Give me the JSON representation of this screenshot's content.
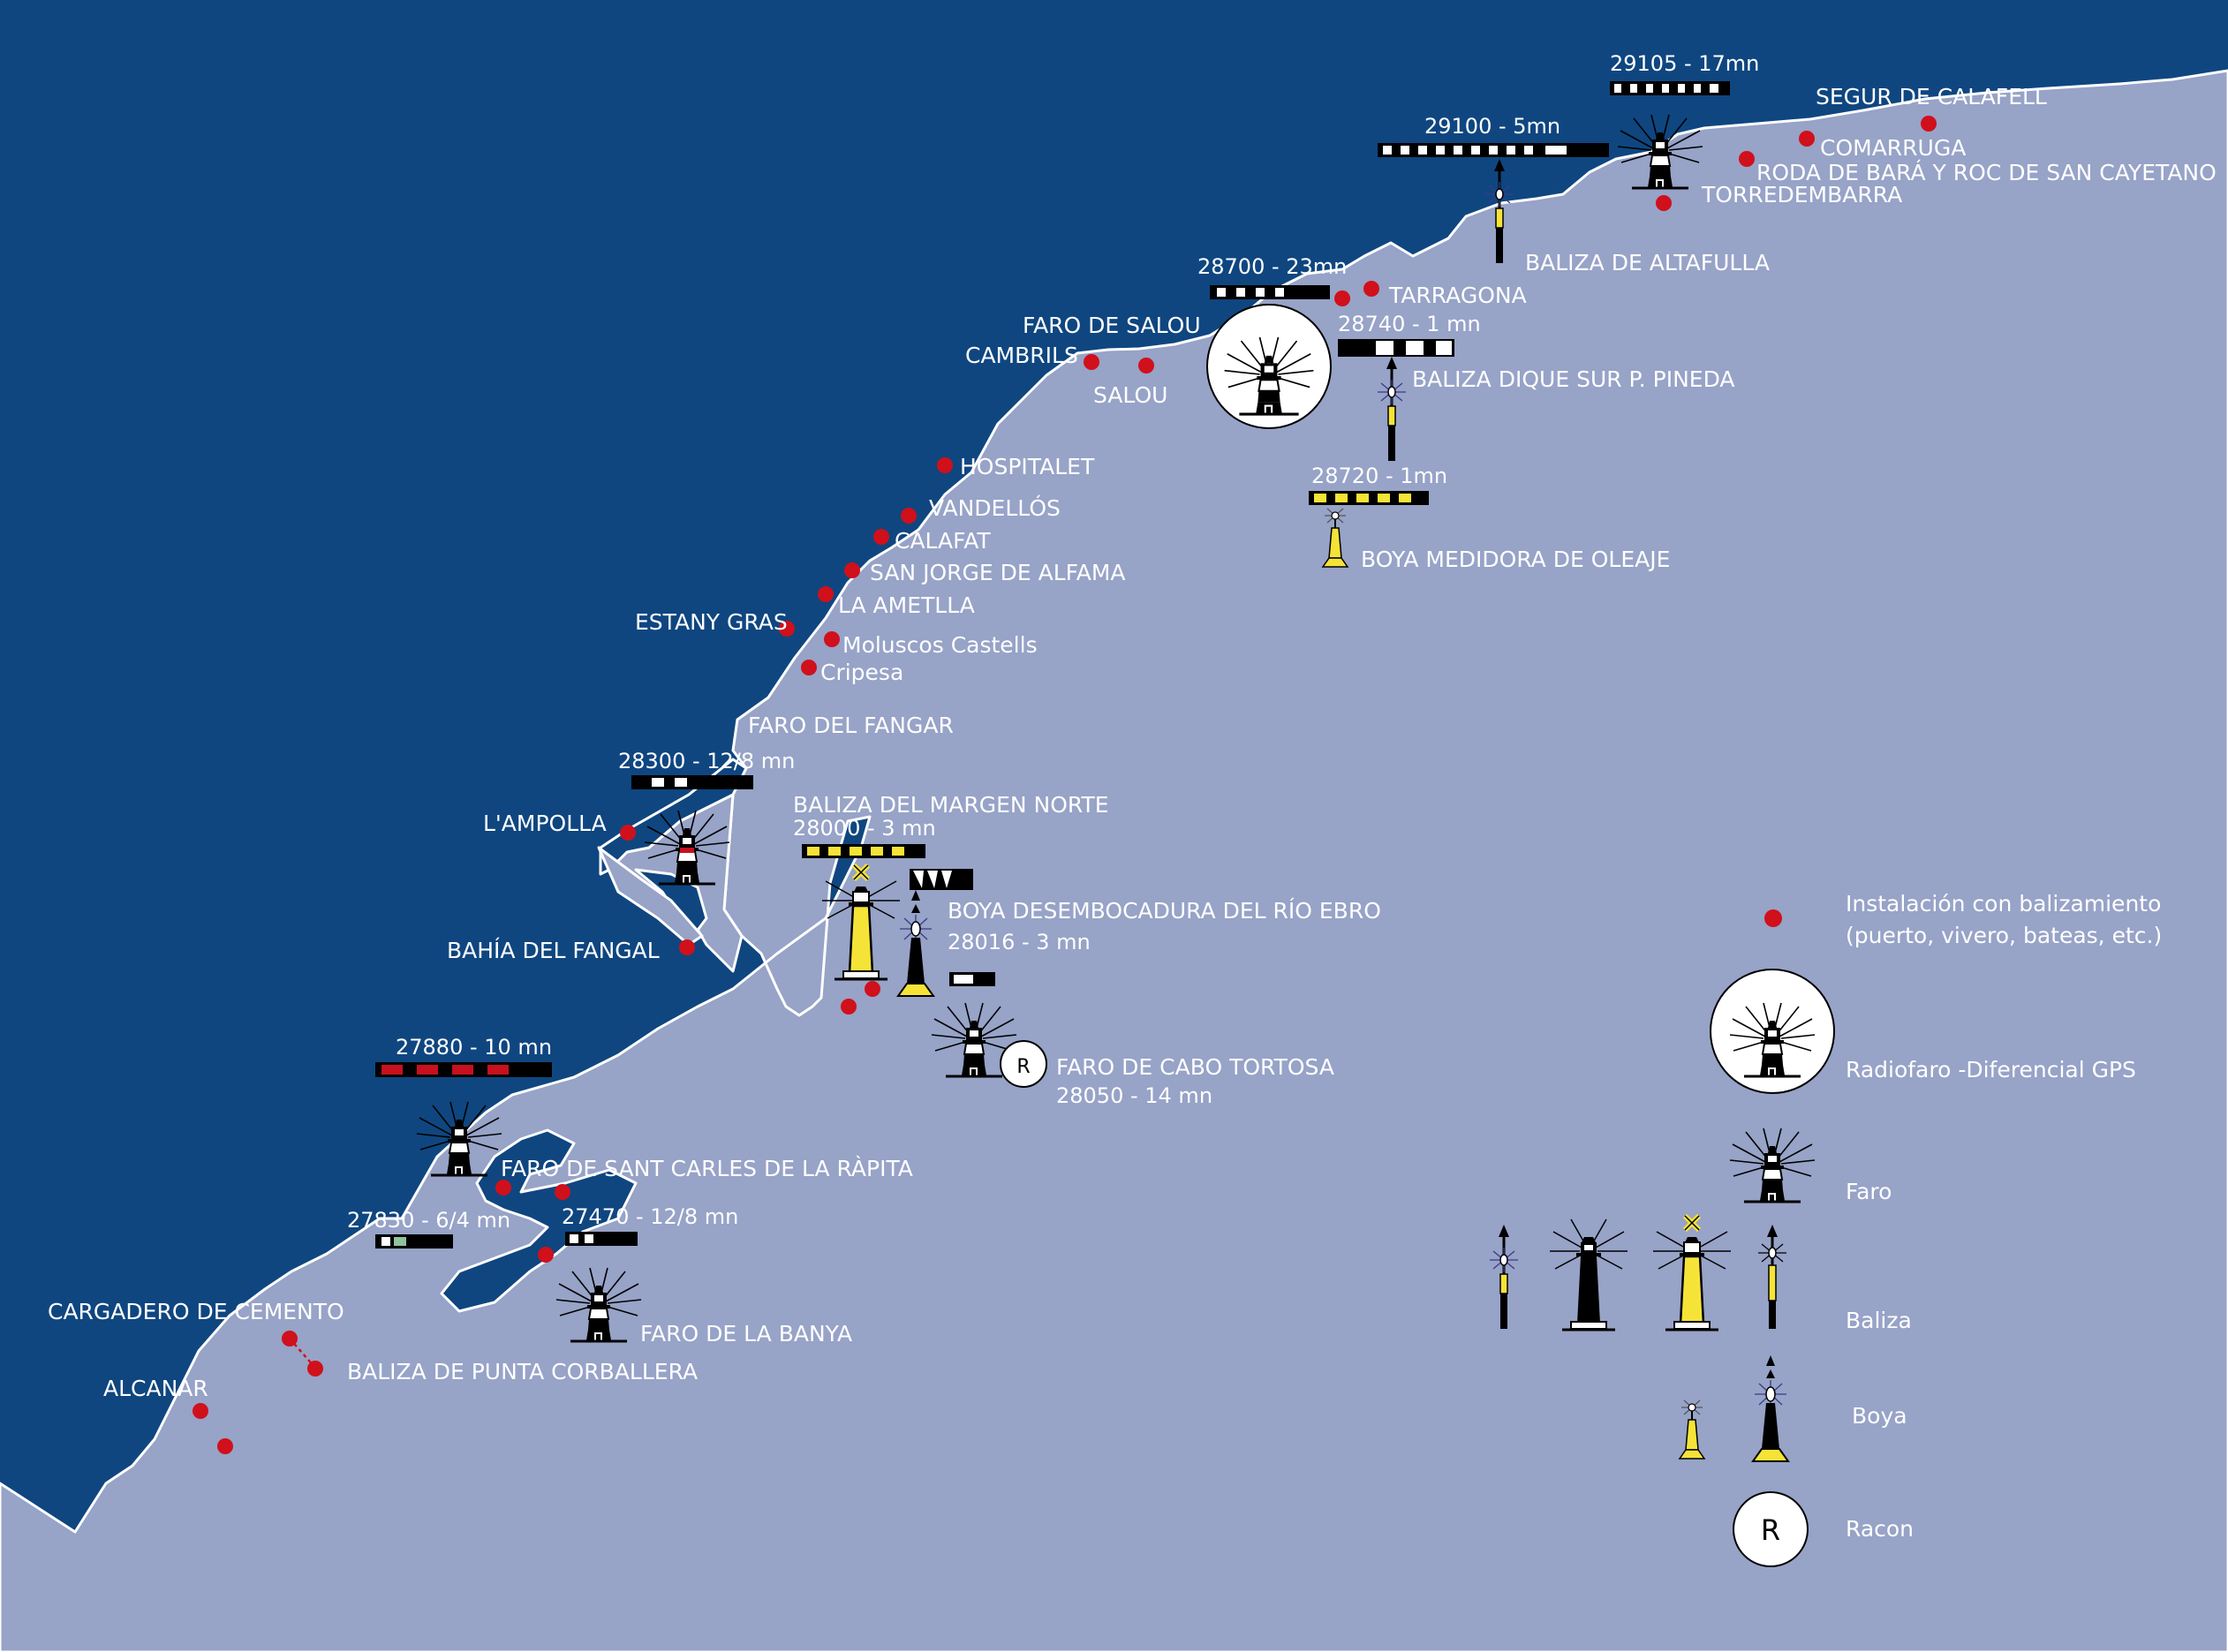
{
  "colors": {
    "sea": "#0f4680",
    "land": "#97a3c7",
    "coast": "#ffffff",
    "marker": "#d0101b",
    "light_yellow": "#f6e337",
    "light_red": "#c8101e",
    "light_green": "#8fc39a",
    "light_white": "#ffffff",
    "light_black": "#000000"
  },
  "places": [
    {
      "name": "SEGUR DE CALAFELL"
    },
    {
      "name": "COMARRUGA"
    },
    {
      "name": "RODA DE BARÁ Y ROC DE SAN CAYETANO"
    },
    {
      "name": "TORREDEMBARRA"
    },
    {
      "name": "BALIZA DE ALTAFULLA"
    },
    {
      "name": "TARRAGONA"
    },
    {
      "name": "BALIZA DIQUE SUR P. PINEDA"
    },
    {
      "name": "BOYA MEDIDORA DE OLEAJE"
    },
    {
      "name": "FARO DE SALOU"
    },
    {
      "name": "CAMBRILS"
    },
    {
      "name": "SALOU"
    },
    {
      "name": "HOSPITALET"
    },
    {
      "name": "VANDELLÓS"
    },
    {
      "name": "CALAFAT"
    },
    {
      "name": "SAN JORGE DE ALFAMA"
    },
    {
      "name": "LA AMETLLA"
    },
    {
      "name": "ESTANY GRAS"
    },
    {
      "name": "Moluscos Castells"
    },
    {
      "name": "Cripesa"
    },
    {
      "name": "FARO DEL FANGAR"
    },
    {
      "name": "L'AMPOLLA"
    },
    {
      "name": "BALIZA DEL MARGEN NORTE"
    },
    {
      "name": "BOYA DESEMBOCADURA DEL RÍO EBRO"
    },
    {
      "name": "BAHÍA DEL FANGAL"
    },
    {
      "name": "FARO DE CABO TORTOSA"
    },
    {
      "name": "FARO DE SANT CARLES DE LA RÀPITA"
    },
    {
      "name": "CARGADERO DE CEMENTO"
    },
    {
      "name": "FARO DE LA BANYA"
    },
    {
      "name": "BALIZA DE PUNTA CORBALLERA"
    },
    {
      "name": "ALCANAR"
    }
  ],
  "light_codes": [
    {
      "code": "29105 - 17mn"
    },
    {
      "code": "29100 - 5mn"
    },
    {
      "code": "28700 - 23mn"
    },
    {
      "code": "28740 - 1 mn"
    },
    {
      "code": "28720 - 1mn"
    },
    {
      "code": "28300 - 12/8 mn"
    },
    {
      "code": "28000 - 3 mn"
    },
    {
      "code": "28016 - 3 mn"
    },
    {
      "code": "28050 - 14 mn"
    },
    {
      "code": "27880 - 10 mn"
    },
    {
      "code": "27830 - 6/4 mn"
    },
    {
      "code": "27470 - 12/8 mn"
    }
  ],
  "legend": {
    "installation_line1": "Instalación con balizamiento",
    "installation_line2": "(puerto, vivero, bateas, etc.)",
    "radiofaro": "Radiofaro -Diferencial GPS",
    "faro": "Faro",
    "baliza": "Baliza",
    "boya": "Boya",
    "racon": "Racon"
  },
  "racon_letter": "R",
  "icons": {
    "marker": "red-dot-icon",
    "lighthouse": "lighthouse-icon",
    "radiofaro": "radiofaro-circle-icon",
    "beacon": "beacon-pole-icon",
    "buoy": "buoy-icon",
    "racon": "racon-circle-icon",
    "light_sequence": "light-sequence-bar-icon"
  }
}
